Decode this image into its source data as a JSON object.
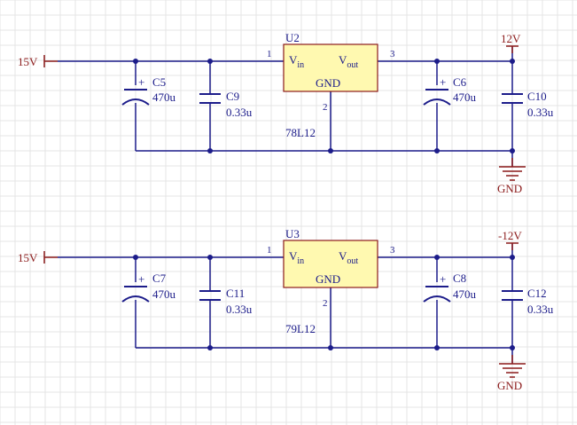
{
  "stages": [
    {
      "input_net": "15V",
      "output_net": "12V",
      "ground_net": "GND",
      "regulator": {
        "ref": "U2",
        "part": "78L12",
        "vin_main": "V",
        "vin_sub": "in",
        "vout_main": "V",
        "vout_sub": "out",
        "gnd": "GND",
        "pin_in": "1",
        "pin_gnd": "2",
        "pin_out": "3"
      },
      "in_bulk": {
        "ref": "C5",
        "value": "470u"
      },
      "in_cer": {
        "ref": "C9",
        "value": "0.33u"
      },
      "out_bulk": {
        "ref": "C6",
        "value": "470u"
      },
      "out_cer": {
        "ref": "C10",
        "value": "0.33u"
      }
    },
    {
      "input_net": "15V",
      "output_net": "-12V",
      "ground_net": "GND",
      "regulator": {
        "ref": "U3",
        "part": "79L12",
        "vin_main": "V",
        "vin_sub": "in",
        "vout_main": "V",
        "vout_sub": "out",
        "gnd": "GND",
        "pin_in": "1",
        "pin_gnd": "2",
        "pin_out": "3"
      },
      "in_bulk": {
        "ref": "C7",
        "value": "470u"
      },
      "in_cer": {
        "ref": "C11",
        "value": "0.33u"
      },
      "out_bulk": {
        "ref": "C8",
        "value": "470u"
      },
      "out_cer": {
        "ref": "C12",
        "value": "0.33u"
      }
    }
  ],
  "polarity_mark": "+",
  "colors": {
    "wire": "#1c1c8a",
    "power": "#8b1a1a",
    "ic_fill": "#fff9b0",
    "grid": "#e4e4e4"
  }
}
